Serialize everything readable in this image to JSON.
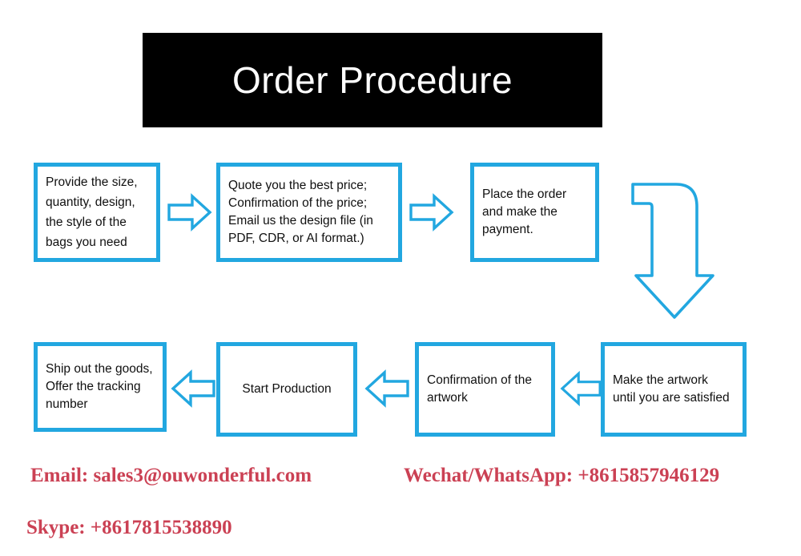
{
  "title": {
    "text": "Order Procedure"
  },
  "colors": {
    "accent_blue": "#22A7E0",
    "banner_bg": "#000000",
    "banner_text": "#FFFFFF",
    "contact_red": "#CB4154",
    "box_text": "#101010"
  },
  "steps_row1": [
    {
      "id": "provide-details",
      "text": "Provide the size,\nquantity, design,\nthe style of the\nbags you need"
    },
    {
      "id": "quote-price",
      "text": "Quote you the best price;\nConfirmation of the price;\nEmail us the design file (in\nPDF, CDR, or AI format.)"
    },
    {
      "id": "place-order",
      "text": "Place the order\nand make the\npayment."
    }
  ],
  "steps_row2": [
    {
      "id": "ship-goods",
      "text": "Ship out the goods,\nOffer the tracking\nnumber"
    },
    {
      "id": "start-production",
      "text": "Start Production"
    },
    {
      "id": "confirm-artwork",
      "text": "Confirmation of the\nartwork"
    },
    {
      "id": "make-artwork",
      "text": "Make the artwork\nuntil you are satisfied"
    }
  ],
  "arrows": [
    {
      "id": "arrow-1",
      "direction": "right"
    },
    {
      "id": "arrow-2",
      "direction": "right"
    },
    {
      "id": "arrow-elbow",
      "direction": "right-then-down"
    },
    {
      "id": "arrow-3",
      "direction": "left"
    },
    {
      "id": "arrow-4",
      "direction": "left"
    },
    {
      "id": "arrow-5",
      "direction": "left"
    }
  ],
  "contacts": {
    "email": "Email: sales3@ouwonderful.com",
    "wechat_whatsapp": "Wechat/WhatsApp: +8615857946129",
    "skype": "Skype: +8617815538890"
  }
}
